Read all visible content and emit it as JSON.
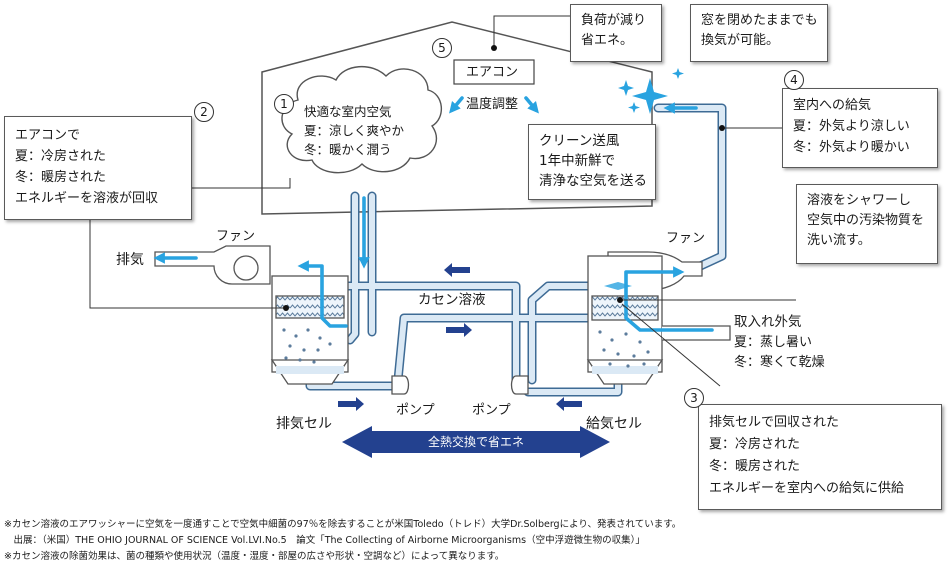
{
  "colors": {
    "accent_blue": "#29a3e0",
    "navy": "#23418f",
    "pipe_fill": "#dbe9f5",
    "pipe_stroke": "#3e6b95",
    "outline": "#555555"
  },
  "house": {
    "badge": "5",
    "aircon_label": "エアコン",
    "temp_control_label": "温度調整"
  },
  "cloud": {
    "badge": "1",
    "lines": [
      "快適な室内空気",
      "夏：涼しく爽やか",
      "冬：暖かく潤う"
    ]
  },
  "clean_air": {
    "lines": [
      "クリーン送風",
      "1年中新鮮で",
      "清浄な空気を送る"
    ]
  },
  "callouts": {
    "top_left": {
      "lines": [
        "負荷が減り",
        "省エネ。"
      ]
    },
    "top_right": {
      "lines": [
        "窓を閉めたままでも",
        "換気が可能。"
      ]
    },
    "left": {
      "badge": "2",
      "lines": [
        "エアコンで",
        "夏：冷房された",
        "冬：暖房された",
        "エネルギーを溶液が回収"
      ]
    },
    "right_supply": {
      "badge": "4",
      "lines": [
        "室内への給気",
        "夏：外気より涼しい",
        "冬：外気より暖かい"
      ]
    },
    "right_shower": {
      "lines": [
        "溶液をシャワーし",
        "空気中の汚染物質を",
        "洗い流す。"
      ]
    },
    "bottom_right": {
      "badge": "3",
      "lines": [
        "排気セルで回収された",
        "夏：冷房された",
        "冬：暖房された",
        "エネルギーを室内への給気に供給"
      ]
    }
  },
  "labels": {
    "fan_left": "ファン",
    "fan_right": "ファン",
    "exhaust": "排気",
    "solution": "カセン溶液",
    "pump_left": "ポンプ",
    "pump_right": "ポンプ",
    "exhaust_cell": "排気セル",
    "supply_cell": "給気セル",
    "intake_title": "取入れ外気",
    "intake_summer": "夏：蒸し暑い",
    "intake_winter": "冬：寒くて乾燥"
  },
  "banner": {
    "text": "全熱交換で省エネ"
  },
  "notes": {
    "line1": "※カセン溶液のエアワッシャーに空気を一度通すことで空気中細菌の97％を除去することが米国Toledo（トレド）大学Dr.Solbergにより、発表されています。",
    "line2": "　出展：（米国）THE OHIO JOURNAL OF SCIENCE  Vol.LVI.No.5　論文「The Collecting of Airborne Microorganisms（空中浮遊微生物の収集）」",
    "line3": "※カセン溶液の除菌効果は、菌の種類や使用状況（温度・湿度・部屋の広さや形状・空調など）によって異なります。"
  }
}
